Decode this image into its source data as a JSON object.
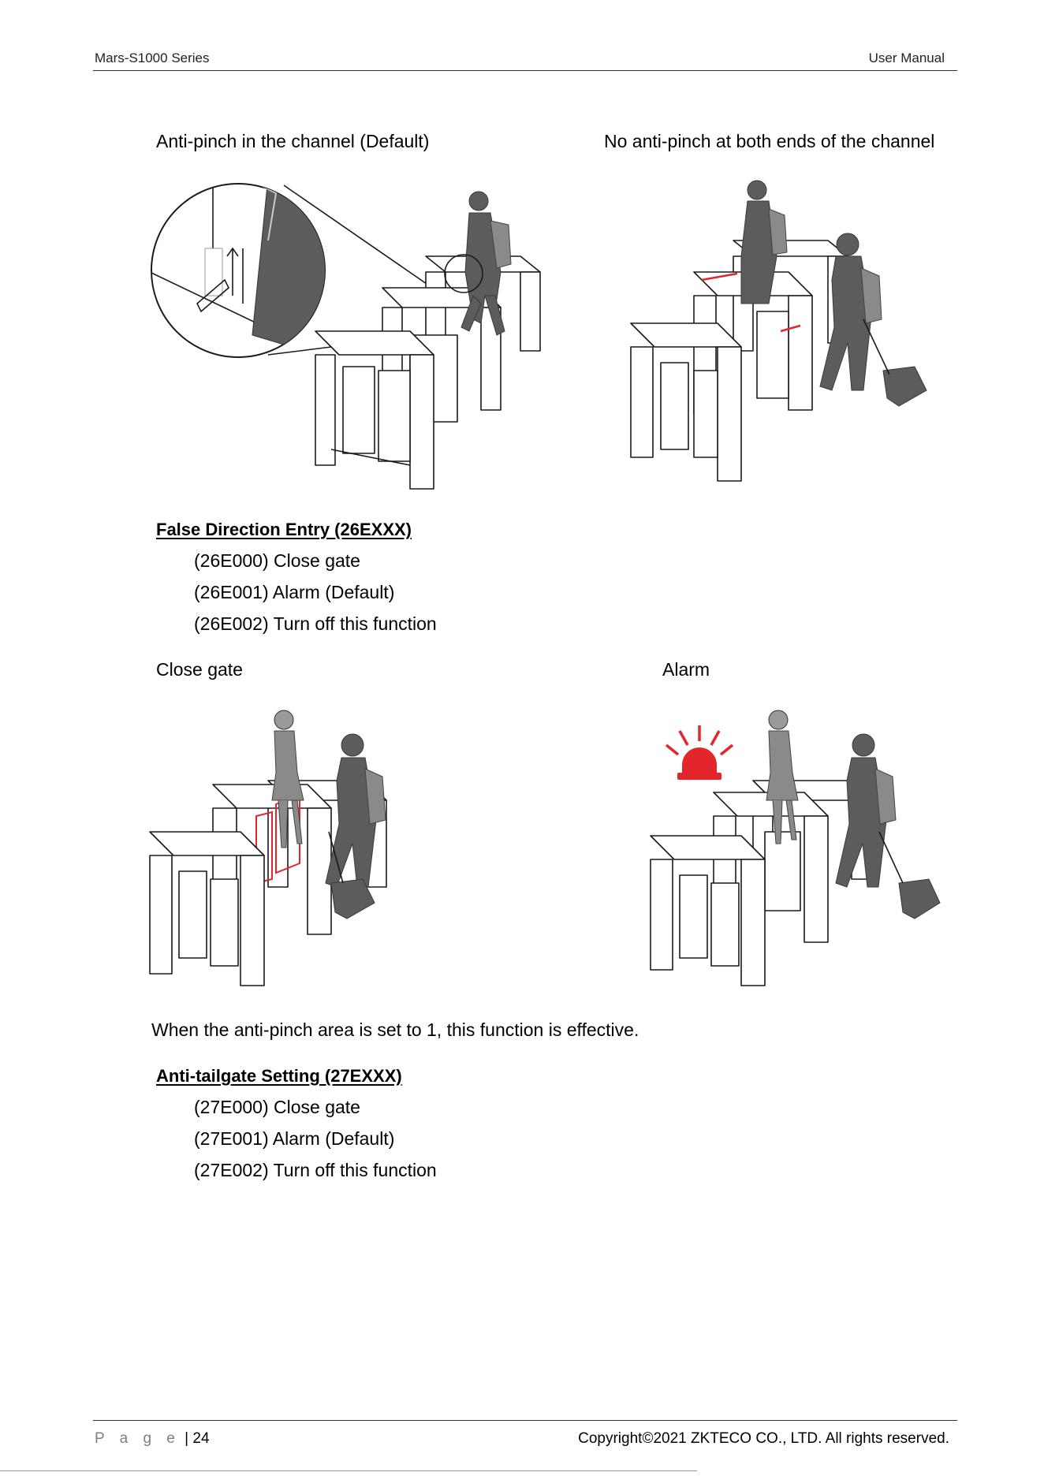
{
  "header": {
    "left": "Mars-S1000 Series",
    "right": "User Manual"
  },
  "figures": {
    "anti_pinch_default": "Anti-pinch in the channel (Default)",
    "no_anti_pinch": "No anti-pinch at both ends of the channel",
    "close_gate": "Close gate",
    "alarm": "Alarm"
  },
  "false_direction": {
    "title": "False Direction Entry (26EXXX)",
    "items": [
      "(26E000) Close gate",
      "(26E001) Alarm (Default)",
      "(26E002) Turn off this function"
    ]
  },
  "note": "When the anti-pinch area is set to 1, this function is effective.",
  "anti_tailgate": {
    "title": "Anti-tailgate Setting (27EXXX)",
    "items": [
      "(27E000) Close gate",
      "(27E001) Alarm (Default)",
      "(27E002) Turn off this function"
    ]
  },
  "footer": {
    "page_label": "P a g e",
    "page_number": "| 24",
    "copyright": "Copyright©2021 ZKTECO CO., LTD.  All rights reserved."
  },
  "colors": {
    "alarm_red": "#e3262c",
    "silhouette": "#5c5c5c"
  }
}
